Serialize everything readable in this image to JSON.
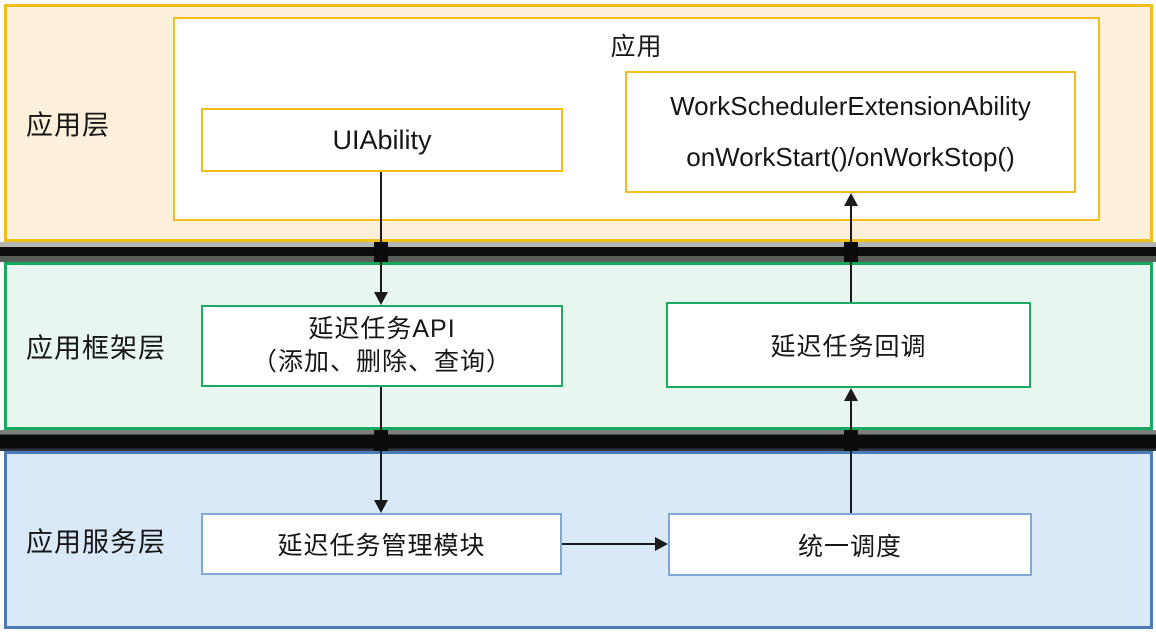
{
  "layers": [
    {
      "label": "应用层",
      "background": "#FCF0DB",
      "border": "#F2BE1A"
    },
    {
      "label": "应用框架层",
      "background": "#E7F6EE",
      "border": "#14AB5C"
    },
    {
      "label": "应用服务层",
      "background": "#D9E9F8",
      "border": "#4C7CB8"
    }
  ],
  "nodes": {
    "app": {
      "label": "应用"
    },
    "uiability": {
      "label": "UIAbility"
    },
    "work_scheduler": {
      "title": "WorkSchedulerExtensionAbility",
      "subtitle": "onWorkStart()/onWorkStop()"
    },
    "deferred_task_api": {
      "title": "延迟任务API",
      "subtitle": "（添加、删除、查询）"
    },
    "deferred_task_callback": {
      "label": "延迟任务回调"
    },
    "deferred_task_manager": {
      "label": "延迟任务管理模块"
    },
    "unified_scheduling": {
      "label": "统一调度"
    }
  },
  "edges": [
    {
      "from": "UIAbility",
      "to": "延迟任务API（添加、删除、查询）",
      "direction": "down"
    },
    {
      "from": "延迟任务API（添加、删除、查询）",
      "to": "延迟任务管理模块",
      "direction": "down"
    },
    {
      "from": "延迟任务管理模块",
      "to": "统一调度",
      "direction": "right"
    },
    {
      "from": "统一调度",
      "to": "延迟任务回调",
      "direction": "up"
    },
    {
      "from": "延迟任务回调",
      "to": "WorkSchedulerExtensionAbility",
      "direction": "up"
    }
  ],
  "colors": {
    "gold_border": "#F2BE1A",
    "green_border": "#1BAA64",
    "blue_border": "#7FA7D8",
    "divider_black": "#0D0D0D",
    "text": "#161616"
  }
}
